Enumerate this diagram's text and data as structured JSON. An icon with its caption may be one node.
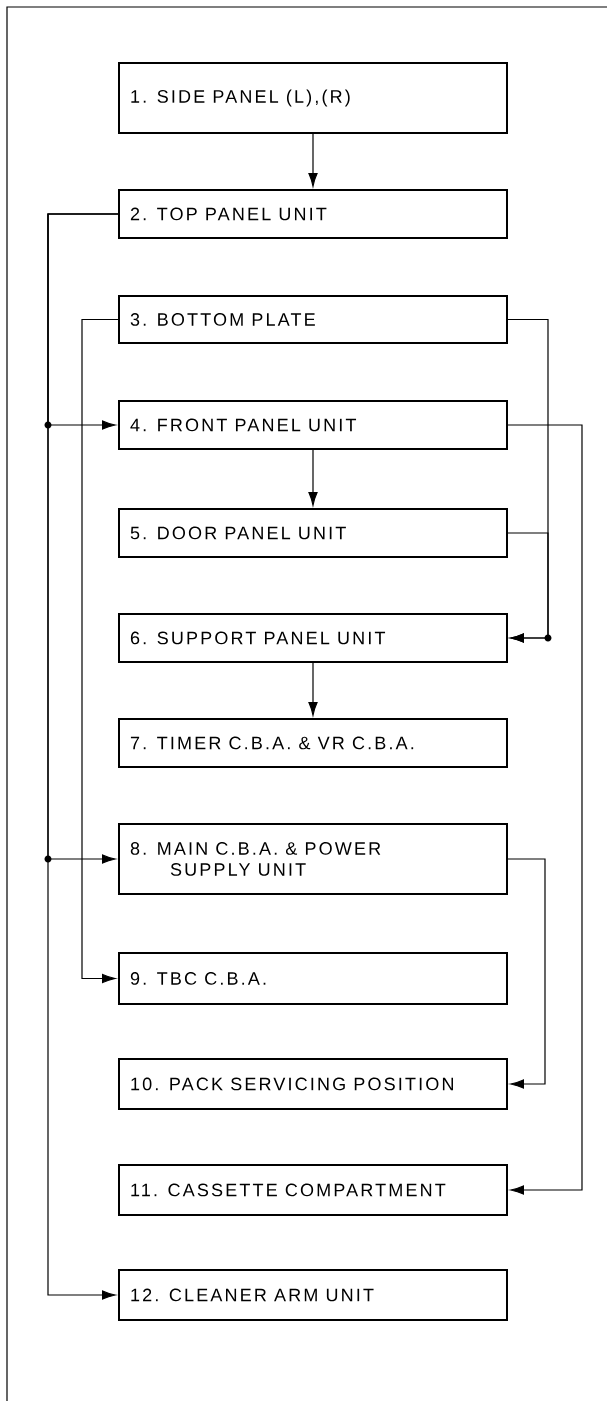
{
  "diagram": {
    "nodes": [
      {
        "text": [
          "1. SIDE PANEL (L),(R)"
        ]
      },
      {
        "text": [
          "2. TOP PANEL UNIT"
        ]
      },
      {
        "text": [
          "3. BOTTOM PLATE"
        ]
      },
      {
        "text": [
          "4. FRONT PANEL UNIT"
        ]
      },
      {
        "text": [
          "5. DOOR PANEL UNIT"
        ]
      },
      {
        "text": [
          "6. SUPPORT PANEL UNIT"
        ]
      },
      {
        "text": [
          "7. TIMER C.B.A. & VR C.B.A."
        ]
      },
      {
        "text": [
          "8. MAIN C.B.A. & POWER SUPPLY UNIT"
        ]
      },
      {
        "text": [
          "9. TBC C.B.A."
        ]
      },
      {
        "text": [
          "10. PACK SERVICING POSITION"
        ]
      },
      {
        "text": [
          "11. CASSETTE COMPARTMENT"
        ]
      },
      {
        "text": [
          "12. CLEANER ARM UNIT"
        ]
      }
    ],
    "edges": [
      {
        "from": 0,
        "to": 1,
        "arrow": "to"
      },
      {
        "from": 1,
        "to": 3,
        "arrow": "to"
      },
      {
        "from": 1,
        "to": 7,
        "arrow": "to"
      },
      {
        "from": 1,
        "to": 11,
        "arrow": "to"
      },
      {
        "from": 2,
        "to": 8,
        "arrow": "to"
      },
      {
        "from": 2,
        "to": 5,
        "arrow": "to"
      },
      {
        "from": 4,
        "to": 5,
        "arrow": "to"
      },
      {
        "from": 3,
        "to": 10,
        "arrow": "to"
      },
      {
        "from": 3,
        "to": 4,
        "arrow": "to"
      },
      {
        "from": 5,
        "to": 6,
        "arrow": "to"
      },
      {
        "from": 7,
        "to": 9,
        "arrow": "to"
      }
    ]
  }
}
